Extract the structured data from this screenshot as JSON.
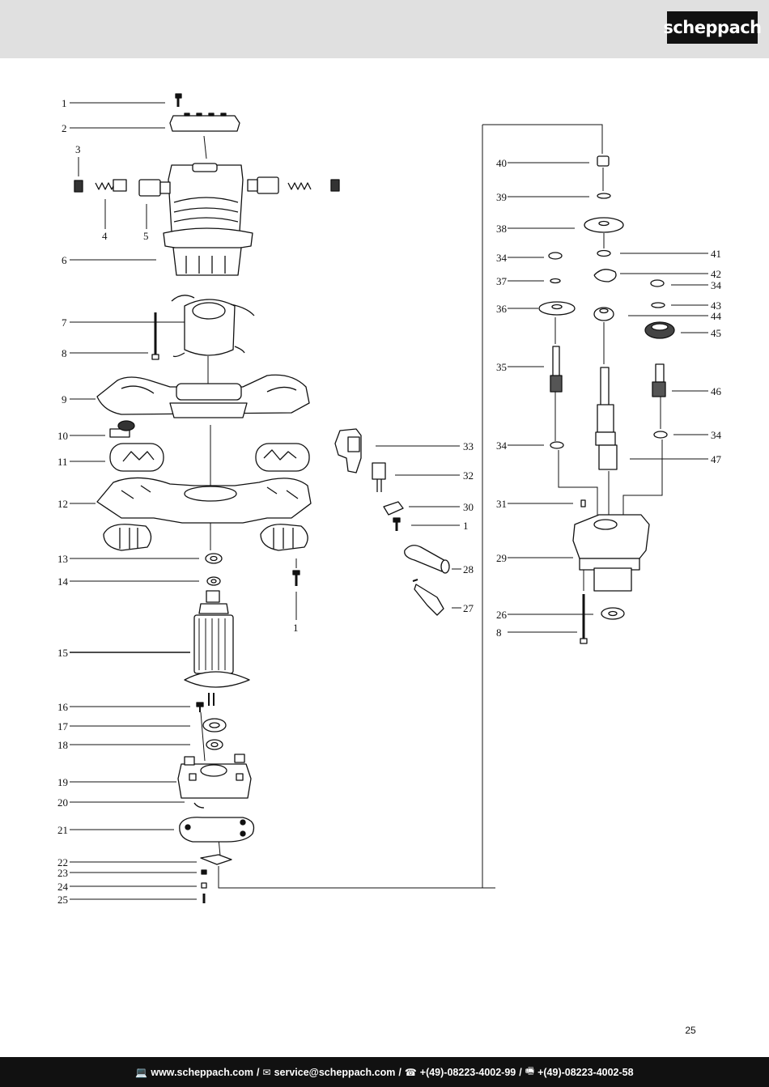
{
  "brand": {
    "logo_text": "scheppach"
  },
  "labels": {
    "1": "1",
    "2": "2",
    "3": "3",
    "4": "4",
    "5": "5",
    "6": "6",
    "7": "7",
    "8": "8",
    "9": "9",
    "10": "10",
    "11": "11",
    "12": "12",
    "13": "13",
    "14": "14",
    "15": "15",
    "16": "16",
    "17": "17",
    "18": "18",
    "19": "19",
    "20": "20",
    "21": "21",
    "22": "22",
    "23": "23",
    "24": "24",
    "25": "25",
    "26": "26",
    "27": "27",
    "28": "28",
    "29": "29",
    "30": "30",
    "31": "31",
    "32": "32",
    "33": "33",
    "34": "34",
    "35": "35",
    "36": "36",
    "37": "37",
    "38": "38",
    "39": "39",
    "40": "40",
    "41": "41",
    "42": "42",
    "43": "43",
    "44": "44",
    "45": "45",
    "46": "46",
    "47": "47"
  },
  "page": {
    "number": "25"
  },
  "footer": {
    "web_icon": "computer-icon",
    "web": "www.scheppach.com",
    "mail_icon": "envelope-icon",
    "email": "service@scheppach.com",
    "phone_icon": "telephone-icon",
    "phone": "+(49)-08223-4002-99",
    "fax_icon": "fax-icon",
    "fax": "+(49)-08223-4002-58",
    "separator": "/"
  }
}
